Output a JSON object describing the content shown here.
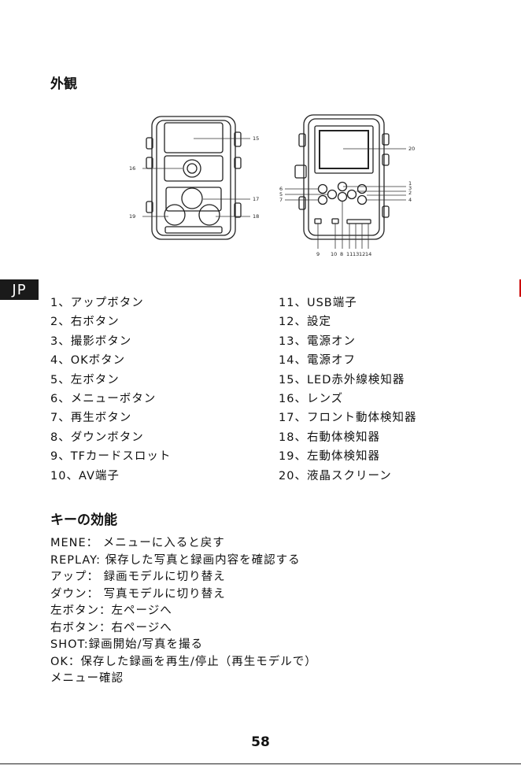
{
  "section_exterior": "外観",
  "side_tab": "JP",
  "callouts": [
    "1",
    "2",
    "3",
    "4",
    "5",
    "6",
    "7",
    "8",
    "9",
    "10",
    "11",
    "12",
    "13",
    "14",
    "15",
    "16",
    "17",
    "18",
    "19",
    "20"
  ],
  "parts_left": [
    "1、アップボタン",
    "2、右ボタン",
    "3、撮影ボタン",
    "4、OKボタン",
    "5、左ボタン",
    "6、メニューボタン",
    "7、再生ボタン",
    "8、ダウンボタン",
    "9、TFカードスロット",
    "10、AV端子"
  ],
  "parts_right": [
    "11、USB端子",
    "12、設定",
    "13、電源オン",
    "14、電源オフ",
    "15、LED赤外線検知器",
    "16、レンズ",
    "17、フロント動体検知器",
    "18、右動体検知器",
    "19、左動体検知器",
    "20、液晶スクリーン"
  ],
  "section_keys": "キーの効能",
  "key_functions": [
    "MENE： メニューに入ると戻す",
    "REPLAY: 保存した写真と録画内容を確認する",
    "アップ： 録画モデルに切り替え",
    "ダウン： 写真モデルに切り替え",
    "左ボタン：左ページへ",
    "右ボタン：右ページへ",
    "SHOT:録画開始/写真を撮る",
    "OK：保存した録画を再生/停止（再生モデルで）",
    "メニュー確認"
  ],
  "page_number": "58"
}
